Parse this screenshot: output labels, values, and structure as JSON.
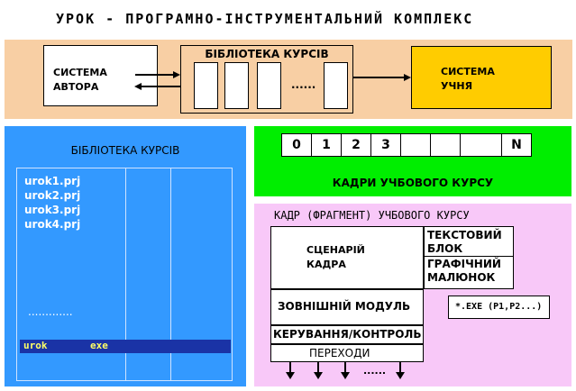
{
  "title": "УРОК  -  ПРОГРАМНО-ІНСТРУМЕНТАЛЬНИЙ  КОМПЛЕКС",
  "top": {
    "author_line1": "СИСТЕМА",
    "author_line2": "АВТОРА",
    "library_label": "БІБЛІОТЕКА КУРСІВ",
    "library_dots": "......",
    "student_line1": "СИСТЕМА",
    "student_line2": "УЧНЯ"
  },
  "library_panel": {
    "caption": "БІБЛІОТЕКА КУРСІВ",
    "files": [
      "urok1.prj",
      "urok2.prj",
      "urok3.prj",
      "urok4.prj"
    ],
    "dots": ".............",
    "selected_name": "urok",
    "selected_ext": "exe"
  },
  "frames": {
    "cells": [
      "0",
      "1",
      "2",
      "3",
      "",
      "",
      "",
      "N"
    ],
    "caption": "КАДРИ УЧБОВОГО КУРСУ"
  },
  "fragment": {
    "title": "КАДР (ФРАГМЕНТ) УЧБОВОГО КУРСУ",
    "scenario_line1": "СЦЕНАРІЙ",
    "scenario_line2": "КАДРА",
    "text_block_line1": "ТЕКСТОВИЙ",
    "text_block_line2": "БЛОК",
    "graphic_line1": "ГРАФІЧНИЙ",
    "graphic_line2": "МАЛЮНОК",
    "external_module": "ЗОВНІШНІЙ МОДУЛЬ",
    "exe_label": "*.EXE (P1,P2...)",
    "control": "КЕРУВАННЯ/КОНТРОЛЬ",
    "transitions": "ПЕРЕХОДИ",
    "dots": "......"
  },
  "colors": {
    "top_panel": "#f8cfa4",
    "student_box": "#ffcc00",
    "blue_panel": "#3399ff",
    "green_panel": "#00ee00",
    "pink_panel": "#f8c8f8"
  }
}
